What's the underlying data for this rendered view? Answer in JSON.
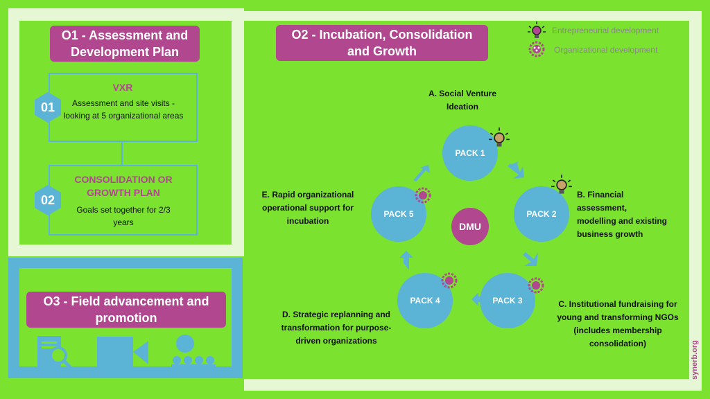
{
  "o1": {
    "title_line1": "O1 - Assessment and",
    "title_line2": "Development Plan",
    "step1": {
      "number": "01",
      "heading": "VXR",
      "text": "Assessment and site visits - looking at 5 organizational areas"
    },
    "step2": {
      "number": "02",
      "heading": "CONSOLIDATION OR GROWTH PLAN",
      "text": "Goals set together for 2/3 years"
    }
  },
  "o2": {
    "title_line1": "O2 - Incubation, Consolidation",
    "title_line2": "and Growth",
    "center": "DMU",
    "packs": [
      "PACK 1",
      "PACK 2",
      "PACK 3",
      "PACK 4",
      "PACK 5"
    ],
    "labels": {
      "a": "A. Social Venture Ideation",
      "b": "B. Financial assessment, modelling and existing business growth",
      "c": "C. Institutional fundraising for young and transforming NGOs (includes membership consolidation)",
      "d": "D. Strategic replanning and transformation for purpose-driven organizations",
      "e": "E. Rapid organizational operational support for incubation"
    }
  },
  "o3": {
    "title_line1": "O3 - Field advancement and",
    "title_line2": "promotion",
    "icons": [
      "document-search-icon",
      "video-camera-icon",
      "audience-icon"
    ]
  },
  "legend": {
    "entrepreneurial": "Entrepreneurial development",
    "organizational": "Organizational development"
  },
  "watermark": "synerb.org",
  "colors": {
    "green": "#7be22f",
    "magenta": "#b0478f",
    "blue": "#5bb3d6",
    "frame": "#e6f7d6"
  }
}
